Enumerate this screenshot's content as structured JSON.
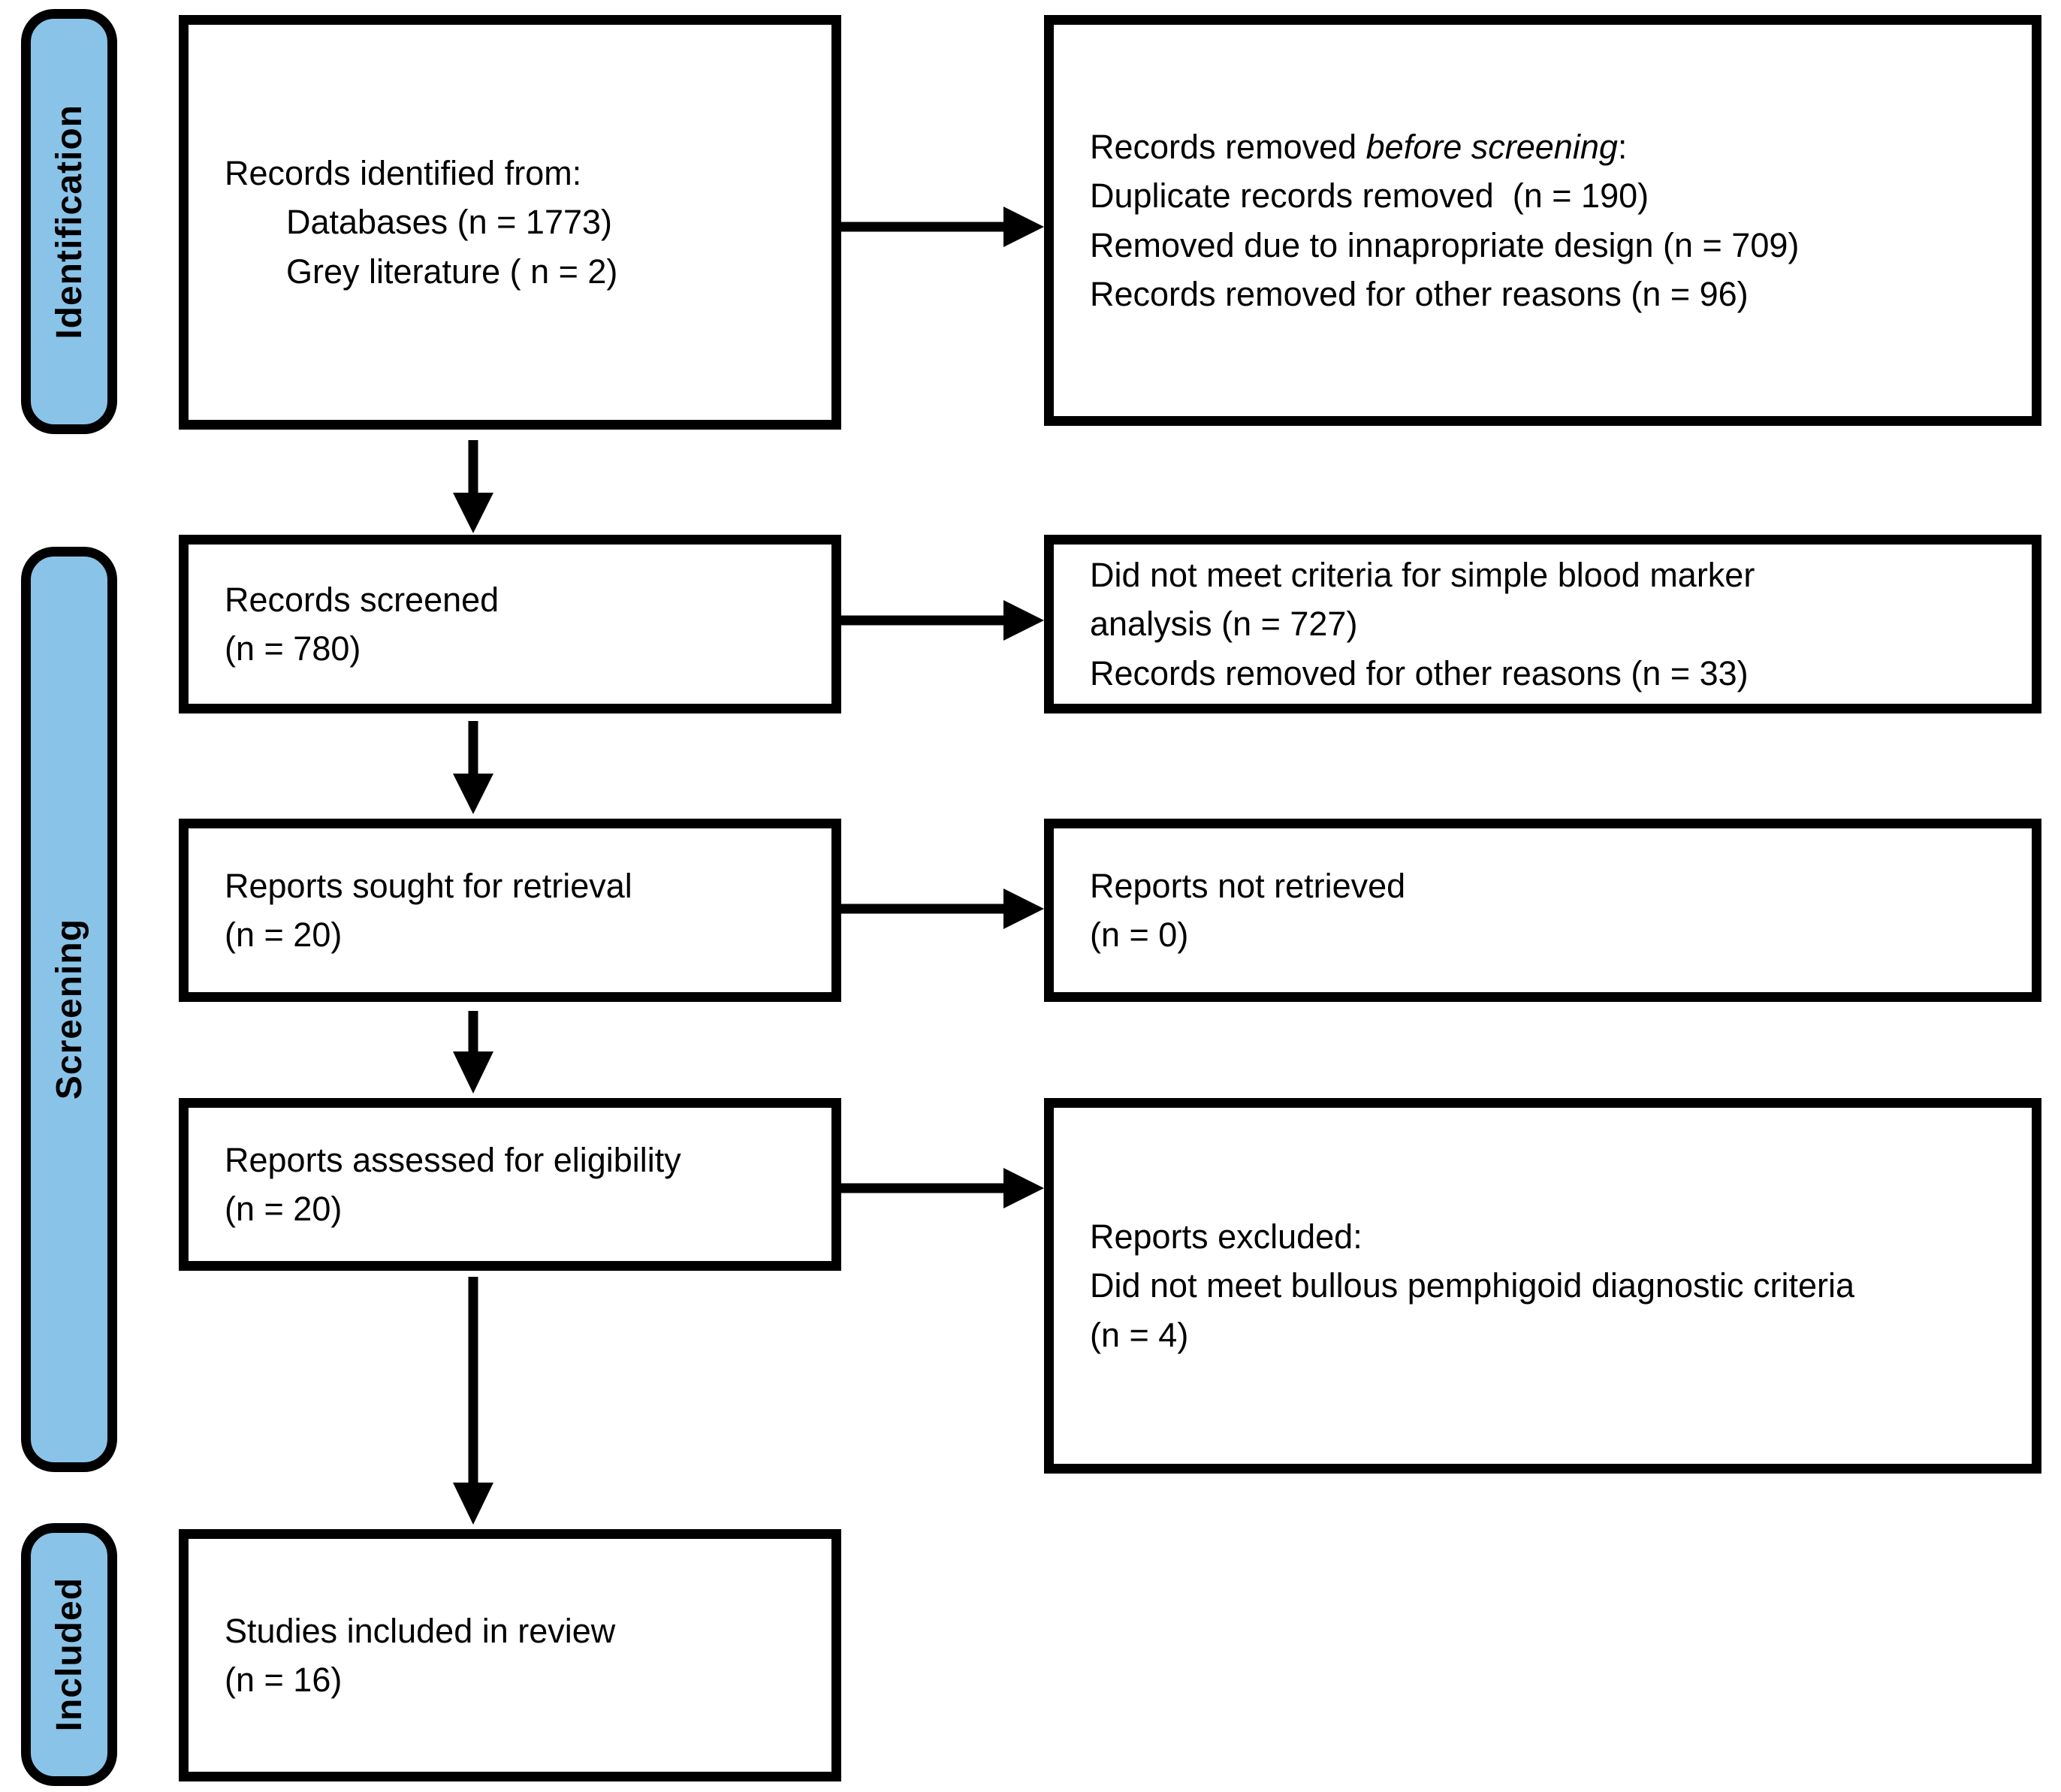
{
  "diagram": {
    "type": "PRISMA flow diagram"
  },
  "colors": {
    "stage_bar_fill": "#8AC3E8",
    "line_color": "#000000",
    "box_background": "#FFFFFF"
  },
  "stages": {
    "identification": "Identification",
    "screening": "Screening",
    "included": "Included"
  },
  "boxes": {
    "records_identified": {
      "line1": "Records identified from:",
      "line2": "Databases (n = 1773)",
      "line3": "Grey literature ( n = 2)"
    },
    "records_removed": {
      "line1_prefix": "Records removed ",
      "line1_italic": "before screening",
      "line1_suffix": ":",
      "line2": "Duplicate records removed  (n = 190)",
      "line3": "Removed due to innapropriate design (n = 709)",
      "line4": "Records removed for other reasons (n = 96)"
    },
    "records_screened": {
      "line1": "Records screened",
      "line2": "(n = 780)"
    },
    "screening_excluded": {
      "line1": "Did not meet criteria for simple blood marker",
      "line2": "analysis (n = 727)",
      "line3": "Records removed for other reasons (n = 33)"
    },
    "reports_sought": {
      "line1": "Reports sought for retrieval",
      "line2": "(n = 20)"
    },
    "reports_not_retrieved": {
      "line1": "Reports not retrieved",
      "line2": "(n = 0)"
    },
    "reports_assessed": {
      "line1": "Reports assessed for eligibility",
      "line2": "(n = 20)"
    },
    "reports_excluded": {
      "line1": "Reports excluded:",
      "line2": "Did not meet bullous pemphigoid diagnostic criteria",
      "line3": "(n = 4)"
    },
    "studies_included": {
      "line1": "Studies included in review",
      "line2": "(n = 16)"
    }
  }
}
